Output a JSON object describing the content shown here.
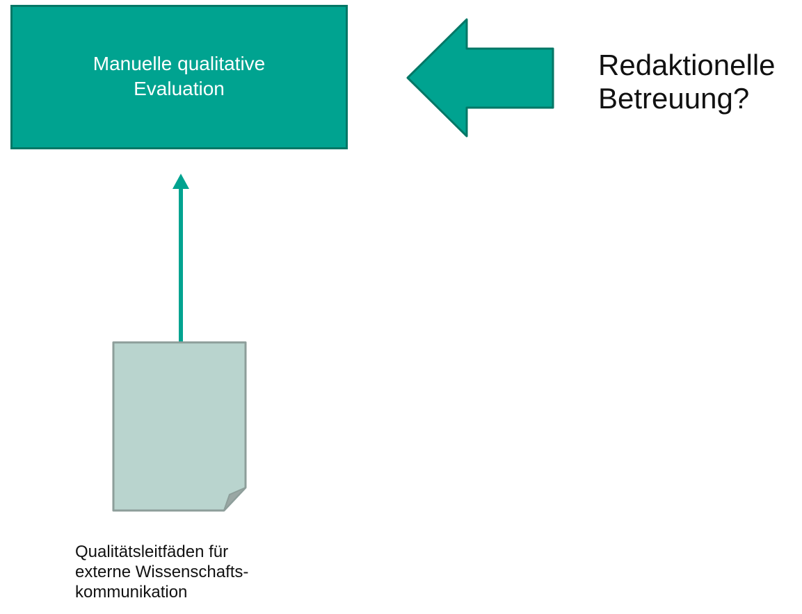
{
  "diagram": {
    "evaluation_box": {
      "label": "Manuelle qualitative\nEvaluation"
    },
    "question_text": "Redaktionelle\nBetreuung?",
    "document": {
      "caption": "Qualitätsleitfäden für\nexterne Wissenschafts-\nkommunikation"
    }
  },
  "colors": {
    "teal": "#00a390",
    "teal_border": "#047766",
    "document_fill": "#b9d4ce",
    "document_border": "#8d9e9a",
    "document_fold": "#9aa7a4"
  }
}
